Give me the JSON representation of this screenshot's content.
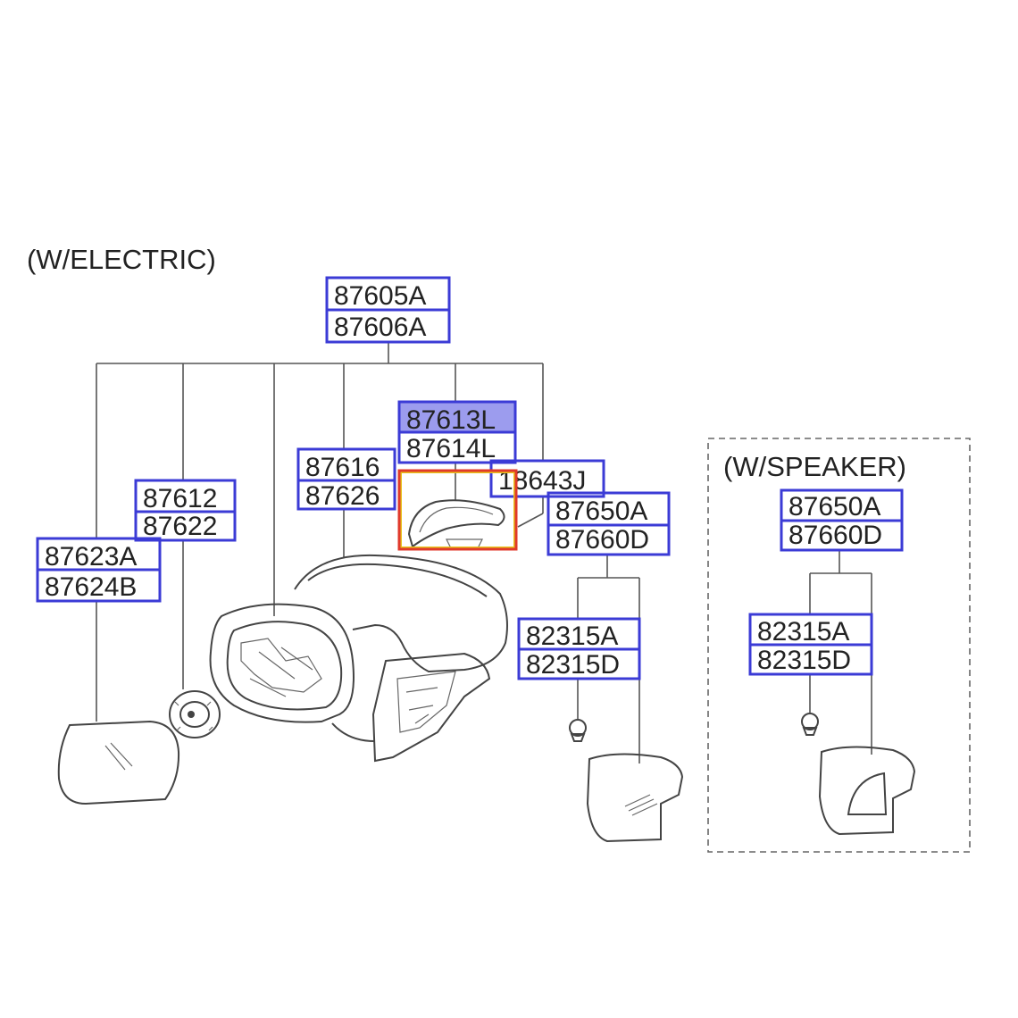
{
  "sections": {
    "electric": "(W/ELECTRIC)",
    "speaker": "(W/SPEAKER)"
  },
  "labels": {
    "p87605A": "87605A",
    "p87606A": "87606A",
    "p87613L": "87613L",
    "p87614L": "87614L",
    "p87616": "87616",
    "p87626": "87626",
    "p18643J": "18643J",
    "p87612": "87612",
    "p87622": "87622",
    "p87623A": "87623A",
    "p87624B": "87624B",
    "p87650A": "87650A",
    "p87660D": "87660D",
    "p82315A": "82315A",
    "p82315D": "82315D",
    "s87650A": "87650A",
    "s87660D": "87660D",
    "s82315A": "82315A",
    "s82315D": "82315D"
  },
  "colors": {
    "box": "#3b3bd6",
    "selected_fill": "#4a4ae0",
    "highlight": "#e0392b",
    "highlight_inner": "#e8c21c"
  }
}
